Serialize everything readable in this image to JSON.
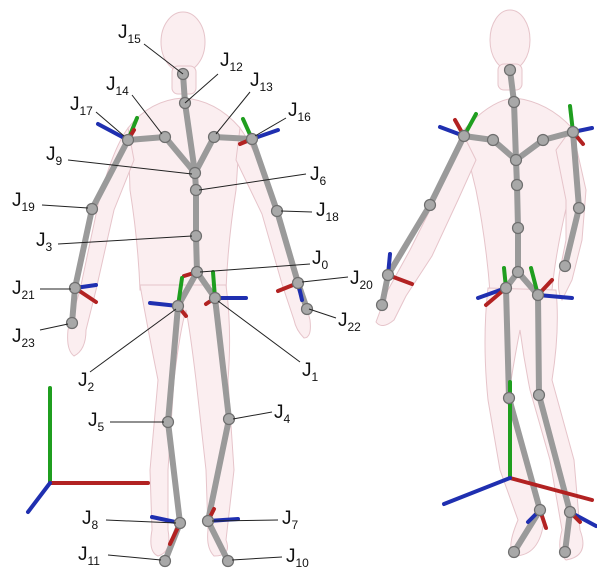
{
  "joint_labels": [
    {
      "key": "j0",
      "base": "J",
      "sub": "0"
    },
    {
      "key": "j1",
      "base": "J",
      "sub": "1"
    },
    {
      "key": "j2",
      "base": "J",
      "sub": "2"
    },
    {
      "key": "j3",
      "base": "J",
      "sub": "3"
    },
    {
      "key": "j4",
      "base": "J",
      "sub": "4"
    },
    {
      "key": "j5",
      "base": "J",
      "sub": "5"
    },
    {
      "key": "j6",
      "base": "J",
      "sub": "6"
    },
    {
      "key": "j7",
      "base": "J",
      "sub": "7"
    },
    {
      "key": "j8",
      "base": "J",
      "sub": "8"
    },
    {
      "key": "j9",
      "base": "J",
      "sub": "9"
    },
    {
      "key": "j10",
      "base": "J",
      "sub": "10"
    },
    {
      "key": "j11",
      "base": "J",
      "sub": "11"
    },
    {
      "key": "j12",
      "base": "J",
      "sub": "12"
    },
    {
      "key": "j13",
      "base": "J",
      "sub": "13"
    },
    {
      "key": "j14",
      "base": "J",
      "sub": "14"
    },
    {
      "key": "j15",
      "base": "J",
      "sub": "15"
    },
    {
      "key": "j16",
      "base": "J",
      "sub": "16"
    },
    {
      "key": "j17",
      "base": "J",
      "sub": "17"
    },
    {
      "key": "j18",
      "base": "J",
      "sub": "18"
    },
    {
      "key": "j19",
      "base": "J",
      "sub": "19"
    },
    {
      "key": "j20",
      "base": "J",
      "sub": "20"
    },
    {
      "key": "j21",
      "base": "J",
      "sub": "21"
    },
    {
      "key": "j22",
      "base": "J",
      "sub": "22"
    },
    {
      "key": "j23",
      "base": "J",
      "sub": "23"
    }
  ],
  "colors": {
    "axis_x": "#b22222",
    "axis_y": "#1f9e1f",
    "axis_z": "#1f2fb0",
    "skin": "#fbeef0",
    "bone": "#9a9a9a"
  }
}
